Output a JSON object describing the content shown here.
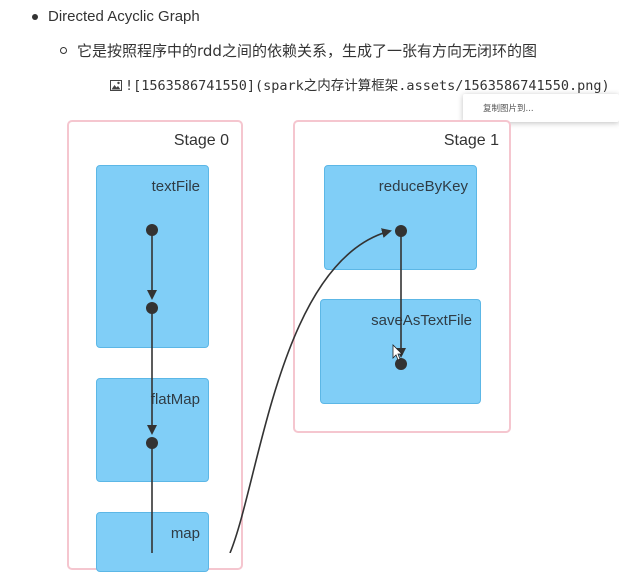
{
  "doc": {
    "bullet_text": "Directed Acyclic Graph",
    "sub_bullet_text": "它是按照程序中的rdd之间的依赖关系，生成了一张有方向无闭环的图",
    "image_ref_text": "![1563586741550](spark之内存计算框架.assets/1563586741550.png)",
    "image_icon": "image-icon"
  },
  "context_menu": {
    "items": [
      "复制图片到..."
    ]
  },
  "diagram": {
    "stages": [
      {
        "title": "Stage 0",
        "rdds": [
          {
            "label": "textFile"
          },
          {
            "label": "flatMap"
          },
          {
            "label": "map"
          }
        ]
      },
      {
        "title": "Stage 1",
        "rdds": [
          {
            "label": "reduceByKey"
          },
          {
            "label": "saveAsTextFile"
          }
        ]
      }
    ],
    "colors": {
      "stage_border": "#f5c6cf",
      "rdd_fill": "#80cef7",
      "rdd_border": "#5cb7e6",
      "edge": "#333333"
    }
  }
}
